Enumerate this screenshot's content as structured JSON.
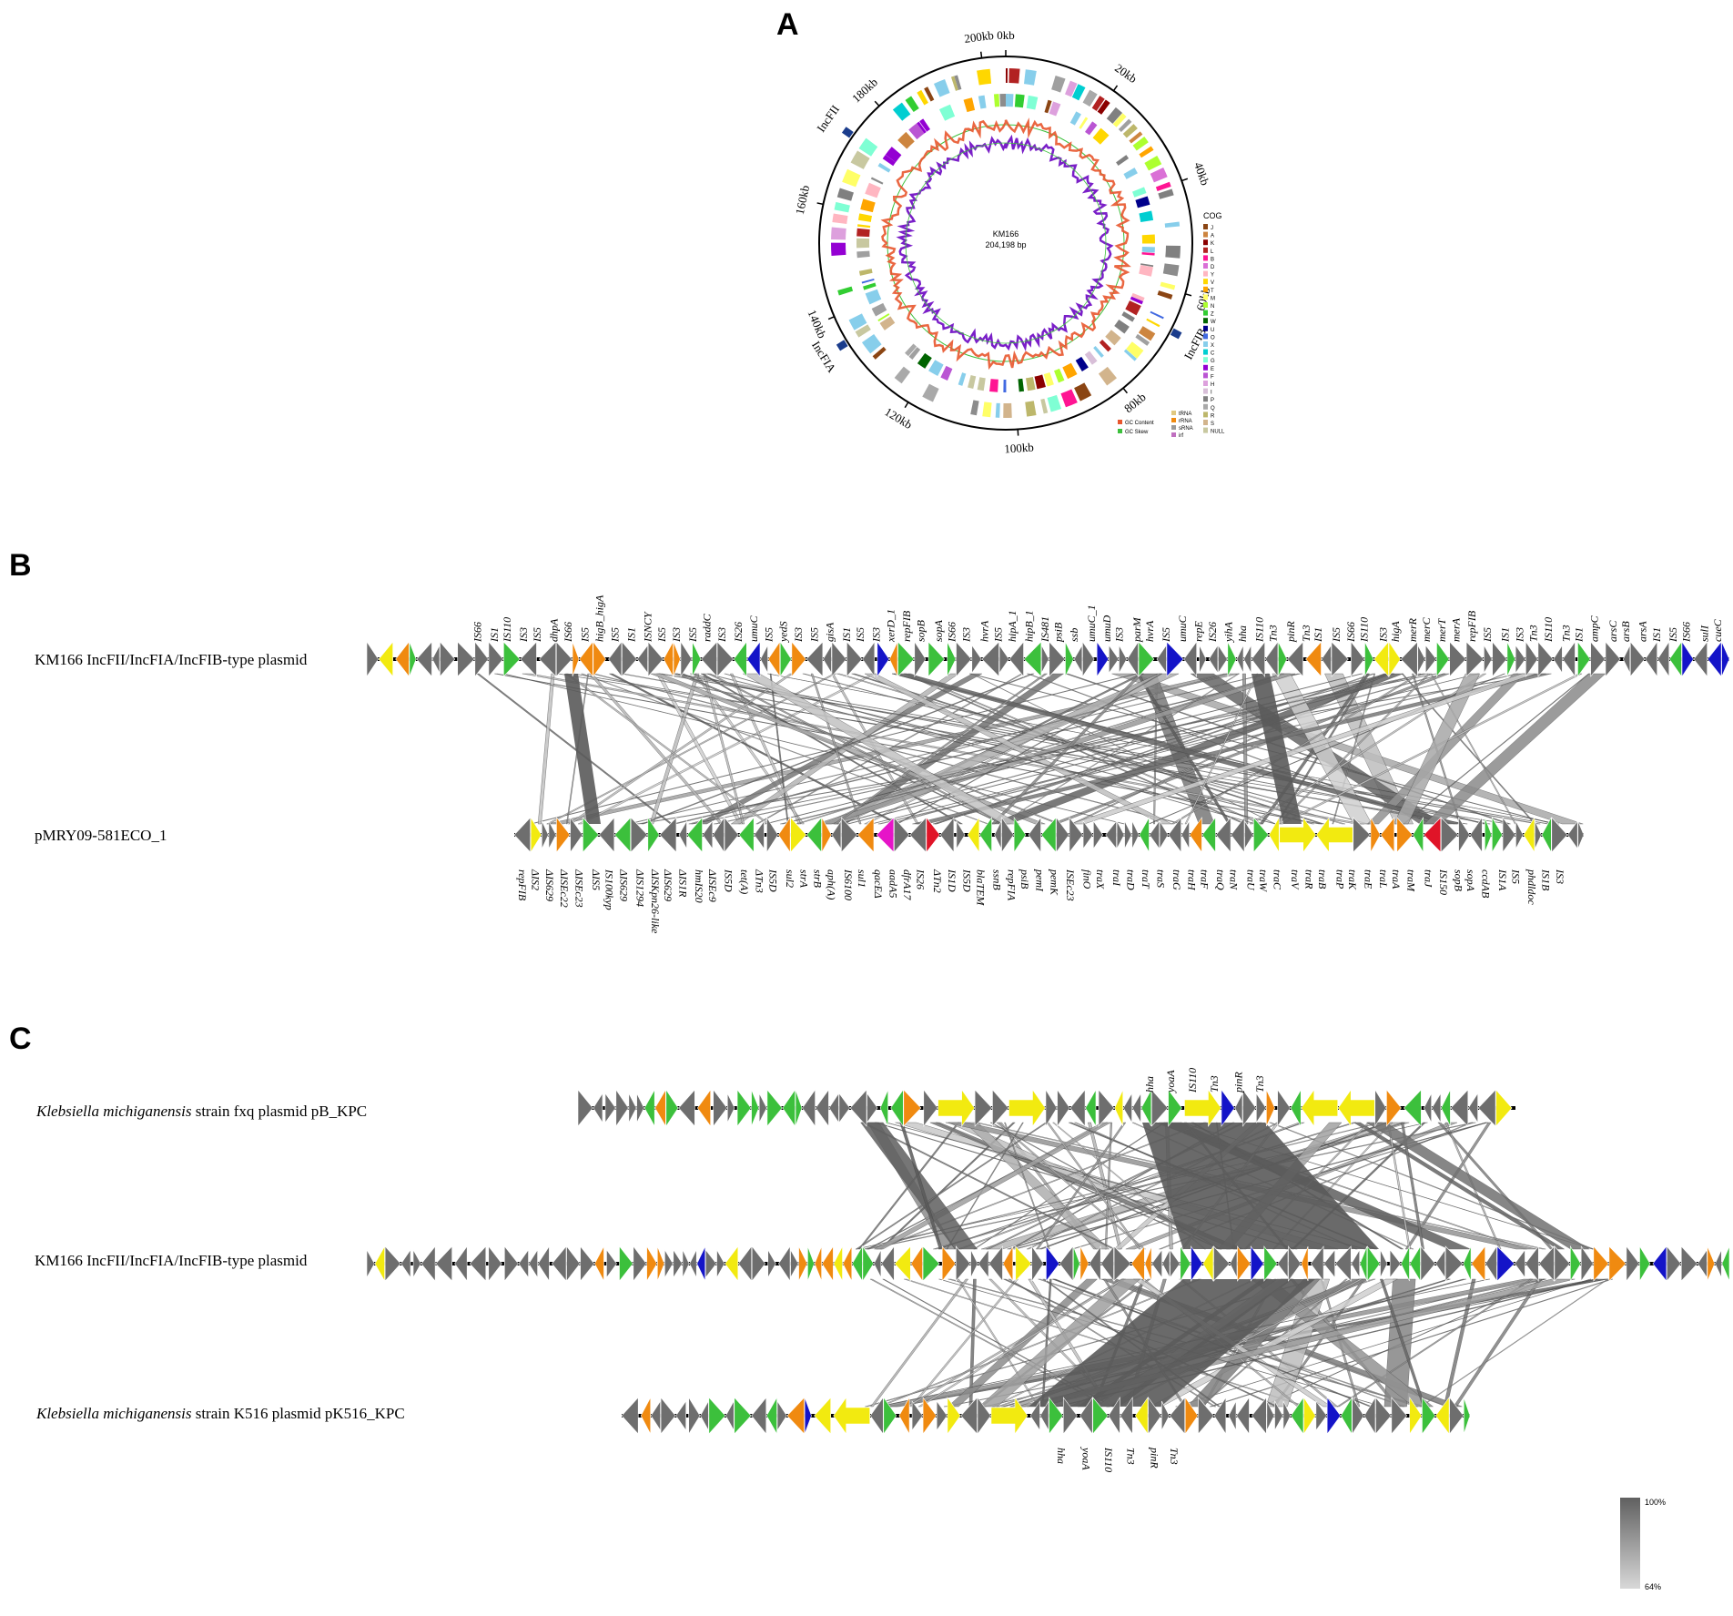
{
  "panels": {
    "a": "A",
    "b": "B",
    "c": "C"
  },
  "colors": {
    "grey": "#6e6e6e",
    "green": "#3cc03c",
    "orange": "#f08a10",
    "yellow": "#f2ea10",
    "blue": "#1414c8",
    "red": "#e01428",
    "magenta": "#e614c8",
    "lightgreen": "#6ecf50",
    "backbone": "#000000",
    "link": "#8c8c8c",
    "gcContent": "#e8562e",
    "gcSkewPos": "#3cc03c",
    "gcSkewNeg": "#7a1fc8"
  },
  "circle": {
    "name": "KM166",
    "size": "204,198 bp",
    "ticks": [
      {
        "label": "0kb",
        "angle": 0
      },
      {
        "label": "20kb",
        "angle": 35.3
      },
      {
        "label": "40kb",
        "angle": 70.5
      },
      {
        "label": "60kb",
        "angle": 105.8
      },
      {
        "label": "80kb",
        "angle": 141
      },
      {
        "label": "100kb",
        "angle": 176.3
      },
      {
        "label": "120kb",
        "angle": 211.5
      },
      {
        "label": "140kb",
        "angle": 246.8
      },
      {
        "label": "160kb",
        "angle": 282
      },
      {
        "label": "180kb",
        "angle": 317.3
      },
      {
        "label": "200kb",
        "angle": 352.6
      }
    ],
    "replicons": [
      {
        "label": "IncFII",
        "angle": 305
      },
      {
        "label": "IncFIB",
        "angle": 118
      },
      {
        "label": "IncFIA",
        "angle": 238
      }
    ],
    "cog_legend_title": "COG",
    "cog_legend": [
      {
        "code": "J",
        "color": "#8b4513"
      },
      {
        "code": "A",
        "color": "#cd853f"
      },
      {
        "code": "K",
        "color": "#8b0000"
      },
      {
        "code": "L",
        "color": "#b22222"
      },
      {
        "code": "B",
        "color": "#ff1493"
      },
      {
        "code": "D",
        "color": "#da70d6"
      },
      {
        "code": "Y",
        "color": "#ffb6c1"
      },
      {
        "code": "V",
        "color": "#ffd700"
      },
      {
        "code": "T",
        "color": "#ffa500"
      },
      {
        "code": "M",
        "color": "#ffff66"
      },
      {
        "code": "N",
        "color": "#adff2f"
      },
      {
        "code": "Z",
        "color": "#32cd32"
      },
      {
        "code": "W",
        "color": "#006400"
      },
      {
        "code": "U",
        "color": "#00008b"
      },
      {
        "code": "O",
        "color": "#4169e1"
      },
      {
        "code": "X",
        "color": "#87ceeb"
      },
      {
        "code": "C",
        "color": "#00ced1"
      },
      {
        "code": "G",
        "color": "#7fffd4"
      },
      {
        "code": "E",
        "color": "#9400d3"
      },
      {
        "code": "F",
        "color": "#ba55d3"
      },
      {
        "code": "H",
        "color": "#dda0dd"
      },
      {
        "code": "I",
        "color": "#d8bfd8"
      },
      {
        "code": "P",
        "color": "#808080"
      },
      {
        "code": "Q",
        "color": "#a9a9a9"
      },
      {
        "code": "R",
        "color": "#bdb76b"
      },
      {
        "code": "S",
        "color": "#d2b48c"
      },
      {
        "code": "NULL",
        "color": "#c8c8a0"
      }
    ],
    "track_legend": [
      {
        "label": "GC Content",
        "color": "#e8562e"
      },
      {
        "label": "GC Skew",
        "color": "#3cc03c"
      },
      {
        "label": "tRNA",
        "color": "#e0c880"
      },
      {
        "label": "rRNA",
        "color": "#f08a10"
      },
      {
        "label": "sRNA",
        "color": "#9a9a9a"
      },
      {
        "label": "irf",
        "color": "#c070c0"
      }
    ]
  },
  "tracks": {
    "b_top": {
      "label": "KM166 IncFII/IncFIA/IncFIB-type plasmid",
      "genes": [
        "IS66",
        "IS1",
        "IS110",
        "IS3",
        "IS5",
        "dhpA",
        "IS66",
        "IS5",
        "higB_higA",
        "IS5",
        "IS1",
        "ISNCY",
        "IS5",
        "IS3",
        "IS5",
        "raddC",
        "IS3",
        "IS26",
        "umuC",
        "IS5",
        "yedS",
        "IS3",
        "IS5",
        "gisA",
        "IS1",
        "IS5",
        "IS3",
        "xerD_1",
        "repFIB",
        "sopB",
        "sopA",
        "IS66",
        "IS3",
        "hvrA",
        "IS5",
        "hipA_1",
        "hipB_1",
        "IS481",
        "psiB",
        "ssb",
        "umuC_1",
        "umuD",
        "IS3",
        "parM",
        "hvrA",
        "IS5",
        "umuC",
        "repE",
        "IS26",
        "yihA",
        "hha",
        "IS110",
        "Tn3",
        "pinR",
        "Tn3",
        "IS1",
        "IS5",
        "IS66",
        "IS110",
        "IS3",
        "higA",
        "merR",
        "merC",
        "merT",
        "merA",
        "repFIB",
        "IS5",
        "IS1",
        "IS3",
        "Tn3",
        "IS110",
        "Tn3",
        "IS1",
        "ampC",
        "arsC",
        "arsB",
        "arsA",
        "IS1",
        "IS5",
        "IS66",
        "sulI",
        "cueC"
      ]
    },
    "b_bottom": {
      "label": "pMRY09-581ECO_1",
      "genes": [
        "repFIB",
        "ΔIS2",
        "ΔIS629",
        "ΔISEc22",
        "ΔISEc23",
        "ΔIS5",
        "IS100kyp",
        "ΔIS629",
        "ΔIS1294",
        "ΔISKpn26-like",
        "ΔIS629",
        "ΔIS1R",
        "hmIS20",
        "ΔISEc9",
        "IS5D",
        "tet(A)",
        "ΔTn3",
        "IS5D",
        "sul2",
        "strA",
        "strB",
        "aph(A)",
        "IS6100",
        "sul1",
        "qacEΔ",
        "aadA5",
        "dfrA17",
        "IS26",
        "ΔTn2",
        "IS1D",
        "IS5D",
        "blaTEM",
        "ssnB",
        "repFIA",
        "psiB",
        "pemI",
        "pemK",
        "ISEc23",
        "finO",
        "traX",
        "traI",
        "traD",
        "traT",
        "traS",
        "traG",
        "traH",
        "traF",
        "traQ",
        "traN",
        "traU",
        "traW",
        "traC",
        "traV",
        "traR",
        "traB",
        "traP",
        "traK",
        "traE",
        "traL",
        "traA",
        "traM",
        "traJ",
        "IS150",
        "sopB",
        "sopA",
        "ccdAB",
        "IS1A",
        "IS5",
        "phdldoc",
        "IS1B",
        "IS3"
      ]
    },
    "c_top": {
      "label_italic": "Klebsiella michiganensis",
      "label_rest": " strain fxq plasmid pB_KPC",
      "genes": [
        "hha",
        "yoaA",
        "IS110",
        "Tn3",
        "pinR",
        "Tn3"
      ]
    },
    "c_mid": {
      "label": "KM166 IncFII/IncFIA/IncFIB-type plasmid"
    },
    "c_bottom": {
      "label_italic": "Klebsiella michiganensis",
      "label_rest": " strain K516 plasmid pK516_KPC",
      "genes": [
        "hha",
        "yoaA",
        "IS110",
        "Tn3",
        "pinR",
        "Tn3"
      ]
    }
  },
  "identity_scale": {
    "max": "100%",
    "min": "64%"
  }
}
